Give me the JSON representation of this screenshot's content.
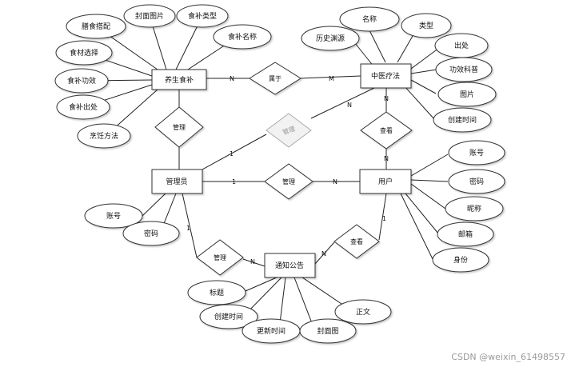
{
  "entities": {
    "yangsheng": "养生食补",
    "zhongyi": "中医疗法",
    "admin": "管理员",
    "user": "用户",
    "notice": "通知公告"
  },
  "relations": {
    "belongs": "属于",
    "manage_faded": "管理",
    "manage_admin_user": "管理",
    "view_user_zhongyi": "查看",
    "manage_admin_notice": "管理",
    "view_user_notice": "查看"
  },
  "attributes": {
    "yangsheng": [
      "膳食搭配",
      "封面图片",
      "食补类型",
      "食补名称",
      "食材选择",
      "食补功效",
      "食补出处",
      "烹饪方法"
    ],
    "zhongyi": [
      "名称",
      "类型",
      "历史渊源",
      "出处",
      "功效科普",
      "图片",
      "创建时间"
    ],
    "admin": [
      "账号",
      "密码"
    ],
    "user": [
      "账号",
      "密码",
      "昵称",
      "邮箱",
      "身份"
    ],
    "notice": [
      "标题",
      "创建时间",
      "更新时间",
      "封面图",
      "正文"
    ]
  },
  "cardinalities": {
    "yangsheng_belongs": "N",
    "belongs_zhongyi": "M",
    "admin_manage_faded": "1",
    "faded_zhongyi": "N",
    "admin_manage_user_1": "1",
    "manage_user_N": "N",
    "zhongyi_view": "N",
    "view_user": "N",
    "admin_notice_1": "1",
    "manage_notice_N": "N",
    "user_view_notice": "1",
    "view_notice_N": "N"
  },
  "watermark": "CSDN @weixin_61498557"
}
